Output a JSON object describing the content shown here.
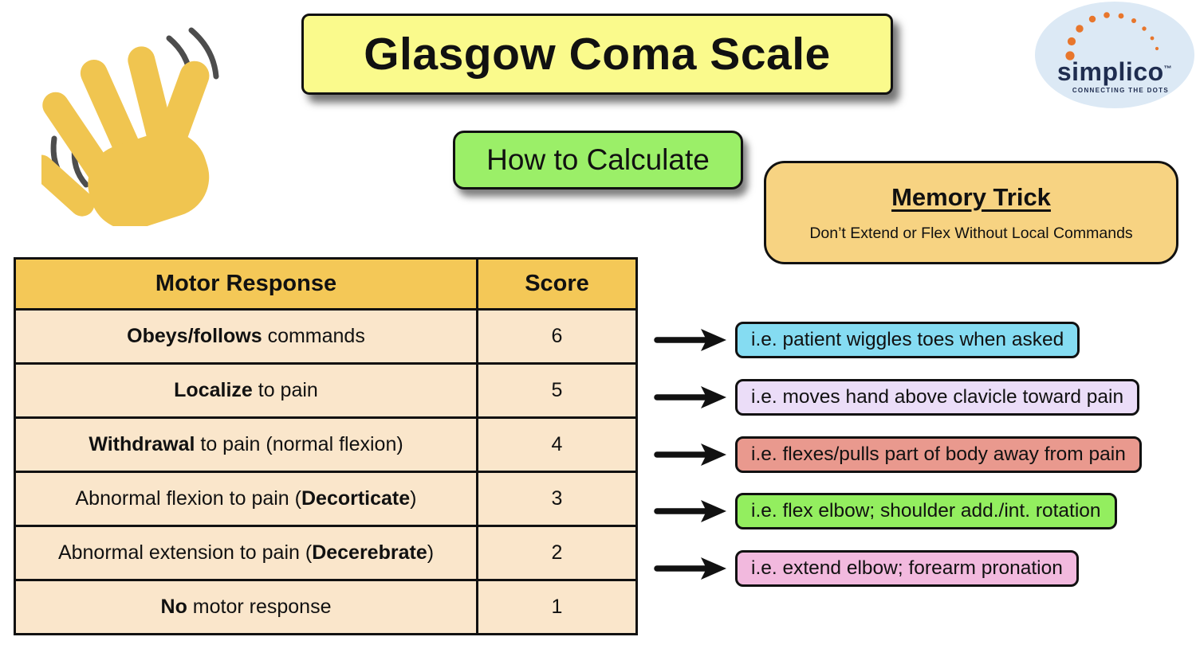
{
  "title": "Glasgow Coma Scale",
  "howto_label": "How to Calculate",
  "memory_trick": {
    "title": "Memory Trick",
    "text": "Don’t Extend or Flex Without Local Commands"
  },
  "logo": {
    "name": "simplico",
    "tm": "™",
    "tagline": "CONNECTING THE DOTS",
    "navy": "#1F2D50",
    "orange": "#E8762C",
    "bg": "#DCE9F5"
  },
  "table": {
    "headers": [
      "Motor Response",
      "Score"
    ],
    "rows": [
      {
        "response": [
          {
            "text": "Obeys/follows",
            "bold": true
          },
          {
            "text": " commands",
            "bold": false
          }
        ],
        "score": "6"
      },
      {
        "response": [
          {
            "text": "Localize",
            "bold": true
          },
          {
            "text": " to pain",
            "bold": false
          }
        ],
        "score": "5"
      },
      {
        "response": [
          {
            "text": "Withdrawal",
            "bold": true
          },
          {
            "text": " to pain (normal flexion)",
            "bold": false
          }
        ],
        "score": "4"
      },
      {
        "response": [
          {
            "text": "Abnormal flexion to pain (",
            "bold": false
          },
          {
            "text": "Decorticate",
            "bold": true
          },
          {
            "text": ")",
            "bold": false
          }
        ],
        "score": "3"
      },
      {
        "response": [
          {
            "text": "Abnormal extension to pain (",
            "bold": false
          },
          {
            "text": "Decerebrate",
            "bold": true
          },
          {
            "text": ")",
            "bold": false
          }
        ],
        "score": "2"
      },
      {
        "response": [
          {
            "text": "No",
            "bold": true
          },
          {
            "text": " motor response",
            "bold": false
          }
        ],
        "score": "1"
      }
    ]
  },
  "annotations": [
    {
      "text": "i.e. patient wiggles toes when asked",
      "color": "#85DCF2"
    },
    {
      "text": "i.e. moves hand above clavicle toward pain",
      "color": "#EBDDF8"
    },
    {
      "text": "i.e. flexes/pulls part of body away from pain",
      "color": "#E9998E"
    },
    {
      "text": "i.e. flex elbow; shoulder add./int. rotation",
      "color": "#93EE5F"
    },
    {
      "text": "i.e. extend elbow; forearm pronation",
      "color": "#F2B9DE"
    }
  ],
  "colors": {
    "title_bg": "#FAFA8C",
    "howto_bg": "#9BEF68",
    "memory_bg": "#F7D382",
    "table_header_bg": "#F4C857",
    "table_row_bg": "#FAE6CB",
    "hand_gold": "#F0C550",
    "motion_line": "#4D4D4D",
    "border": "#111111"
  }
}
